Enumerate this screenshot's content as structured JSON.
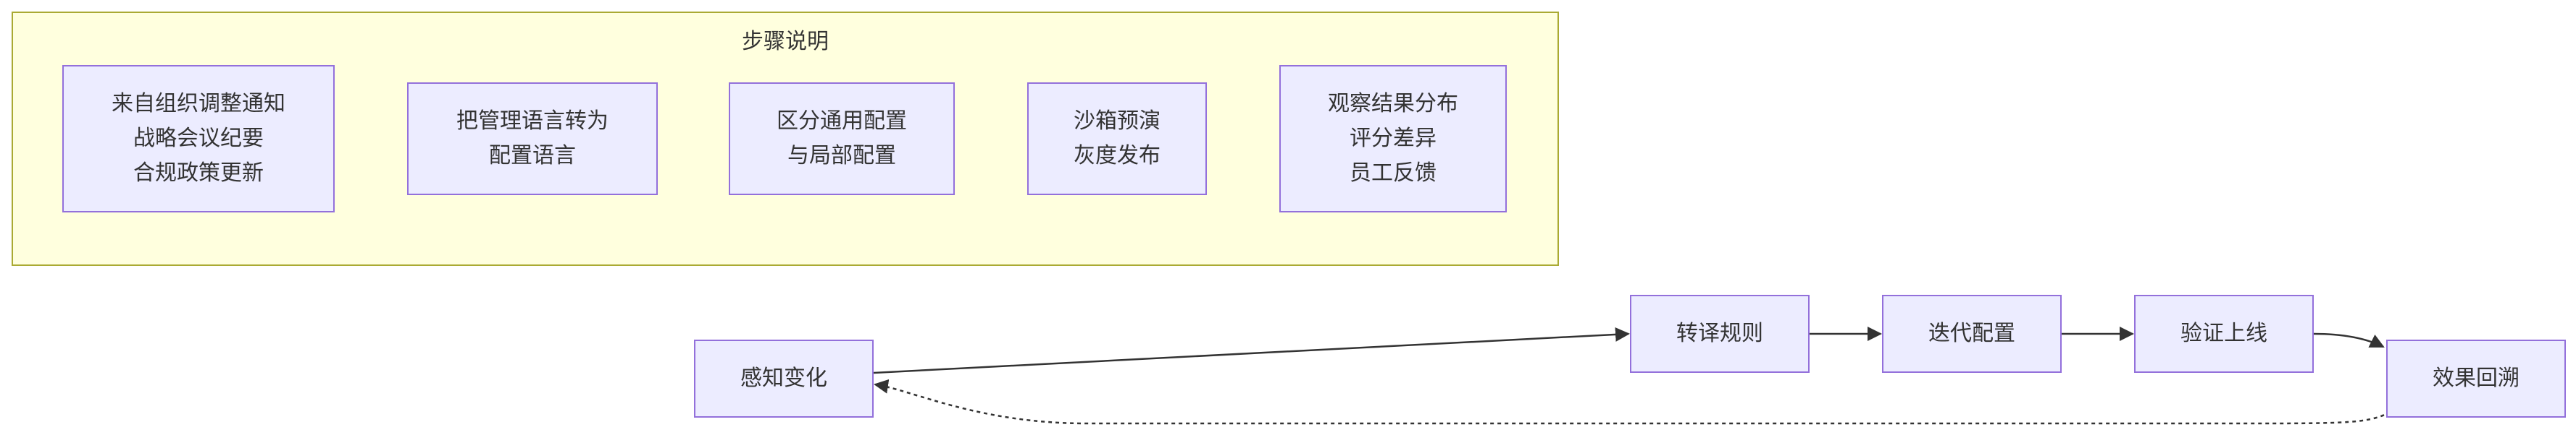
{
  "cluster": {
    "title": "步骤说明",
    "notes": [
      {
        "lines": [
          "来自组织调整通知",
          "战略会议纪要",
          "合规政策更新"
        ]
      },
      {
        "lines": [
          "把管理语言转为",
          "配置语言"
        ]
      },
      {
        "lines": [
          "区分通用配置",
          "与局部配置"
        ]
      },
      {
        "lines": [
          "沙箱预演",
          "灰度发布"
        ]
      },
      {
        "lines": [
          "观察结果分布",
          "评分差异",
          "员工反馈"
        ]
      }
    ]
  },
  "flow": {
    "nodes": [
      {
        "id": "sense",
        "label": "感知变化"
      },
      {
        "id": "translate",
        "label": "转译规则"
      },
      {
        "id": "iterate",
        "label": "迭代配置"
      },
      {
        "id": "verify",
        "label": "验证上线"
      },
      {
        "id": "review",
        "label": "效果回溯"
      }
    ],
    "edges": [
      {
        "from": "sense",
        "to": "translate",
        "style": "solid"
      },
      {
        "from": "translate",
        "to": "iterate",
        "style": "solid"
      },
      {
        "from": "iterate",
        "to": "verify",
        "style": "solid"
      },
      {
        "from": "verify",
        "to": "review",
        "style": "solid"
      },
      {
        "from": "review",
        "to": "sense",
        "style": "dashed"
      }
    ]
  },
  "colors": {
    "cluster_fill": "#ffffde",
    "cluster_border": "#aaaa33",
    "node_fill": "#ececff",
    "node_border": "#9370db",
    "edge": "#333333"
  }
}
